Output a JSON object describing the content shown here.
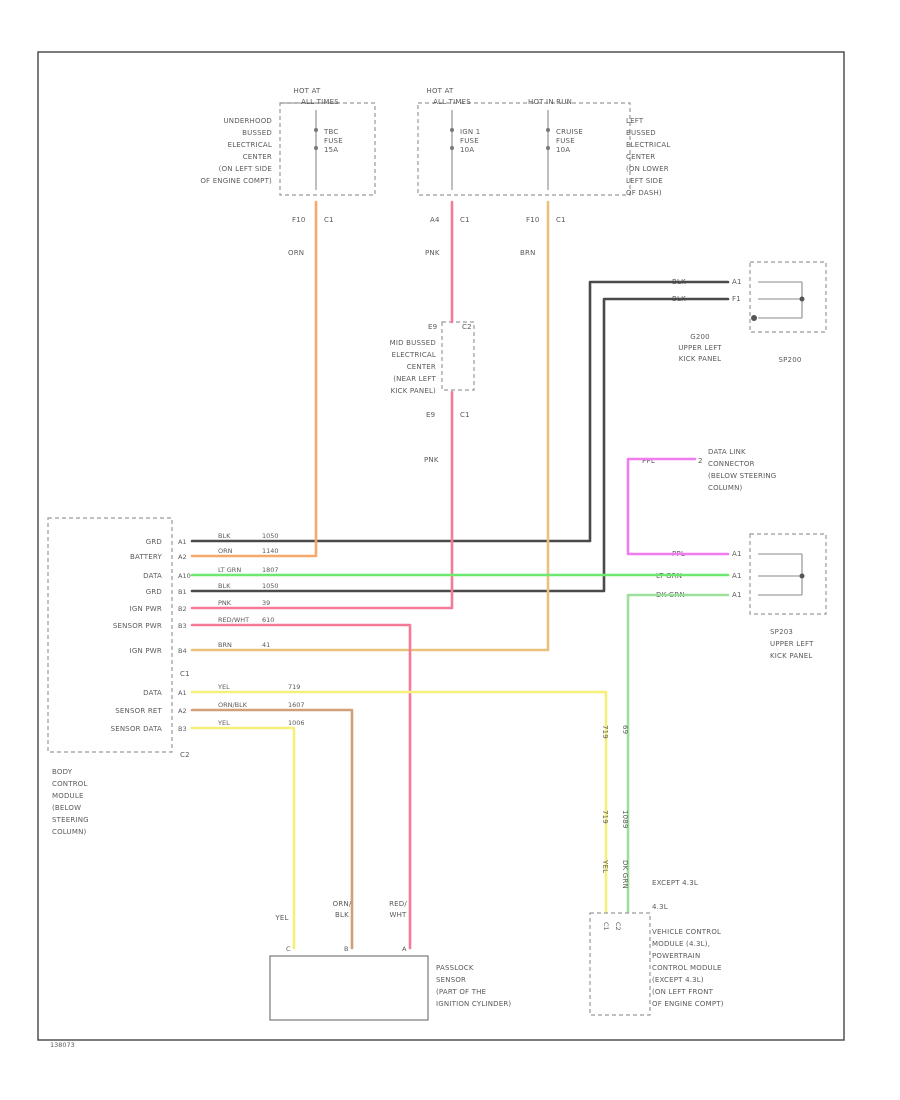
{
  "colors": {
    "orange": "#f7a86a",
    "pink": "#f57a98",
    "tan": "#e8c27a",
    "green": "#6fe86f",
    "lightgreen": "#9ce09c",
    "violet": "#f07cf0",
    "yellow": "#f5f07a",
    "black": "#4a4a4a",
    "brown": "#d0a07a"
  },
  "top_fuses": {
    "hot_at_all_times_1": "HOT AT ALL TIMES",
    "hot_at_all_times_2": "HOT AT ALL TIMES",
    "hot_in_run": "HOT IN RUN",
    "underhood_center": [
      "UNDERHOOD",
      "BUSSED",
      "ELECTRICAL",
      "CENTER",
      "(ON LEFT SIDE",
      "OF ENGINE COMPT)"
    ],
    "left_center": [
      "LEFT",
      "BUSSED",
      "ELECTRICAL",
      "CENTER",
      "(ON LOWER",
      "LEFT SIDE",
      "OF DASH)"
    ],
    "fuse_tbc": [
      "TBC",
      "FUSE",
      "15A"
    ],
    "fuse_ign1": [
      "IGN 1",
      "FUSE",
      "10A"
    ],
    "fuse_cruise": [
      "CRUISE",
      "FUSE",
      "10A"
    ],
    "pin_f10_a": "F10",
    "pin_c1_a": "C1",
    "pin_a4": "A4",
    "pin_c1_b": "C1",
    "pin_f10_b": "F10",
    "pin_c1_c": "C1",
    "wire_orn": "ORN",
    "wire_pnk": "PNK",
    "wire_brn": "BRN"
  },
  "mid_bussed": {
    "lines": [
      "MID BUSSED",
      "ELECTRICAL",
      "CENTER",
      "(NEAR LEFT",
      "KICK PANEL)"
    ],
    "pin_e9_top": "E9",
    "pin_c2_top": "C2",
    "pin_e9": "E9",
    "pin_c1": "C1",
    "wire_pnk": "PNK"
  },
  "ground_g200": {
    "wire1": "BLK",
    "wire2": "BLK",
    "pin1": "A1",
    "pin2": "F1",
    "name": "G200",
    "lines": [
      "UPPER LEFT",
      "KICK PANEL"
    ],
    "sp": "SP200"
  },
  "dlc": {
    "lines": [
      "DATA LINK",
      "CONNECTOR",
      "(BELOW STEERING",
      "COLUMN)"
    ],
    "wire_ppl": "PPL",
    "pin": "2"
  },
  "sp203": {
    "name": "SP203",
    "lines": [
      "UPPER LEFT",
      "KICK PANEL"
    ],
    "wire_ppl": "PPL",
    "wire_ltgrn": "LT GRN",
    "wire_dkgrn": "DK GRN",
    "pin1": "A1",
    "pin2": "A1",
    "pin3": "A1"
  },
  "bcm": {
    "labels": [
      "GRD",
      "BATTERY",
      "DATA",
      "GRD",
      "IGN PWR",
      "SENSOR PWR",
      "IGN PWR",
      "DATA",
      "SENSOR RET",
      "SENSOR DATA"
    ],
    "pins": [
      "A1",
      "A2",
      "A10",
      "B1",
      "B2",
      "B3",
      "B4",
      "A1",
      "A2",
      "B3"
    ],
    "connector_c1": "C1",
    "connector_c2": "C2",
    "wires": [
      [
        "BLK",
        "1050"
      ],
      [
        "ORN",
        "1140"
      ],
      [
        "LT GRN",
        "1807"
      ],
      [
        "BLK",
        "1050"
      ],
      [
        "PNK",
        "39"
      ],
      [
        "RED/WHT",
        "610"
      ],
      [
        "BRN",
        "41"
      ],
      [
        "YEL",
        "719"
      ],
      [
        "ORN/BLK",
        "1607"
      ],
      [
        "YEL",
        "1006"
      ]
    ],
    "lines": [
      "BODY",
      "CONTROL",
      "MODULE",
      "(BELOW",
      "STEERING",
      "COLUMN)"
    ]
  },
  "vcm": {
    "wire_yel": "YEL",
    "wire_dkgrn": "DK GRN",
    "wire_yel_circuit": "719",
    "wire_dkgrn_circuit": "1089",
    "wire_circuit_sm1": "719",
    "wire_circuit_sm2": "69",
    "except": "EXCEPT 4.3L",
    "l43": "4.3L",
    "pin_tags": [
      "C1",
      "C2"
    ],
    "lines": [
      "VEHICLE CONTROL",
      "MODULE (4.3L),",
      "POWERTRAIN",
      "CONTROL MODULE",
      "(EXCEPT 4.3L)",
      "(ON LEFT FRONT",
      "OF ENGINE COMPT)"
    ]
  },
  "sensor": {
    "wire1": "YEL",
    "wire2": [
      "ORN/",
      "BLK"
    ],
    "wire3": [
      "RED/",
      "WHT"
    ],
    "pins": [
      "C",
      "B",
      "A"
    ],
    "lines": [
      "PASSLOCK",
      "SENSOR",
      "(PART OF THE",
      "IGNITION CYLINDER)"
    ]
  },
  "footer": "138073"
}
